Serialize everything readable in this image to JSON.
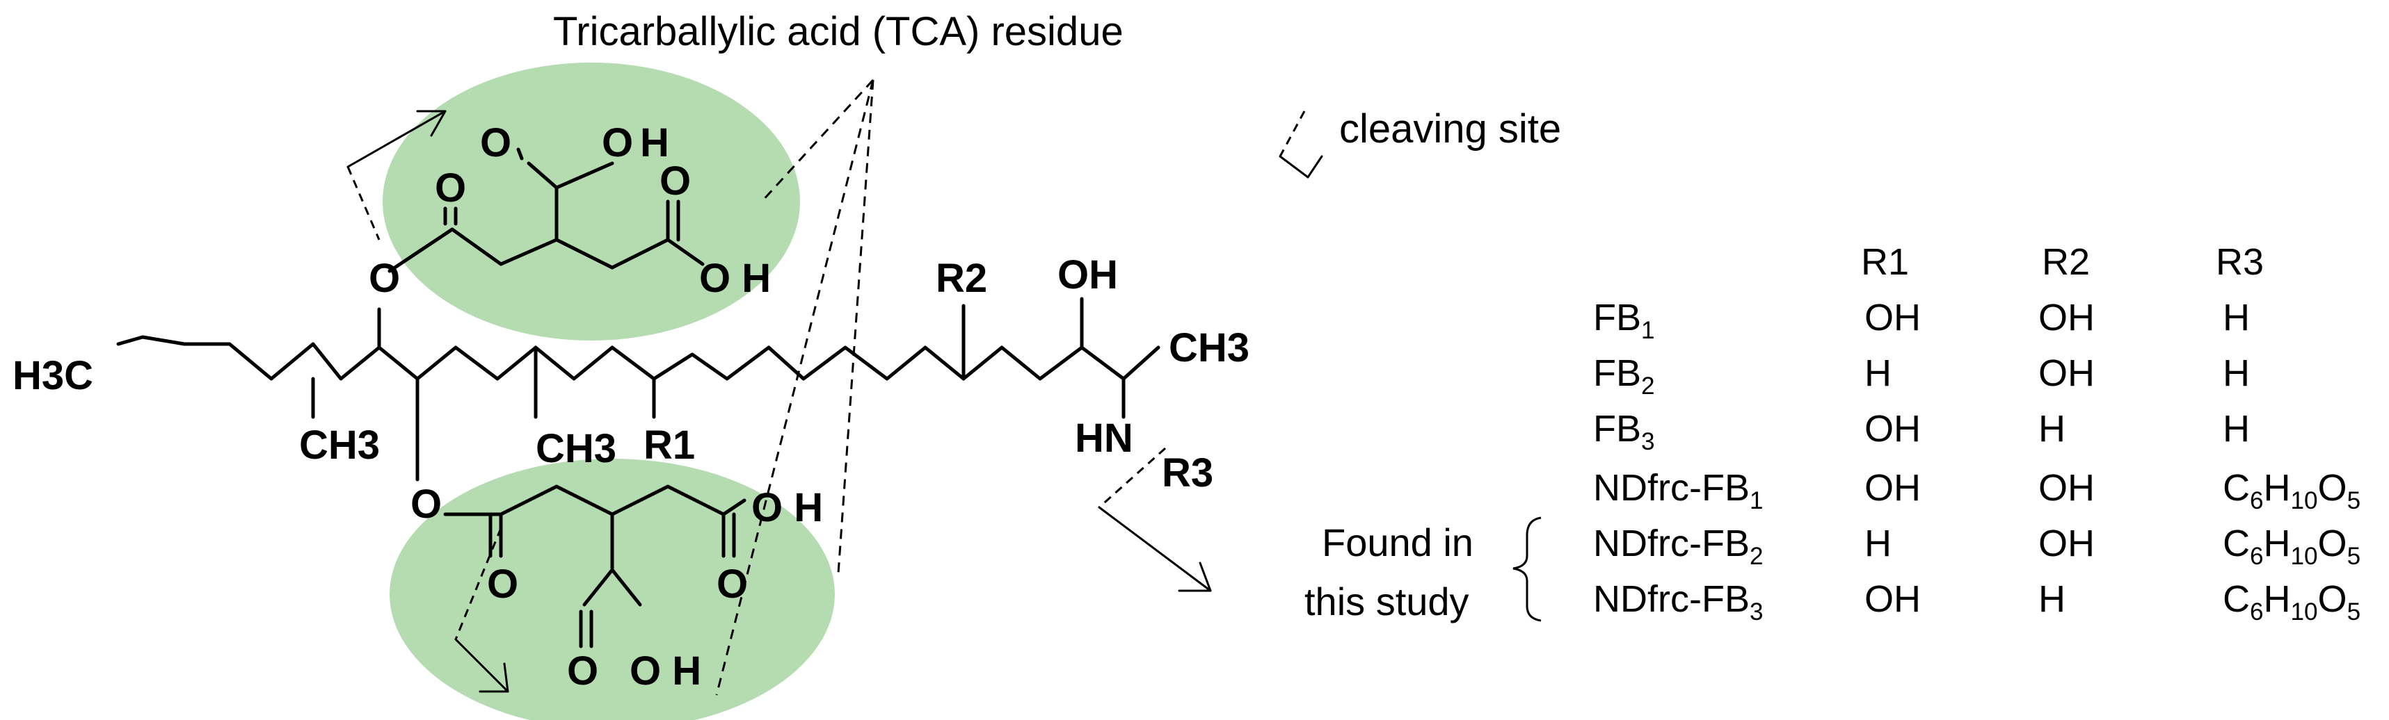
{
  "annotations": {
    "tca_residue": "Tricarballylic acid (TCA) residue",
    "cleaving_site": "cleaving site"
  },
  "structure_labels": {
    "h3c_left": "H3C",
    "ch3_right": "CH3",
    "ch3_branch_1": "CH3",
    "ch3_branch_2": "CH3",
    "r1": "R1",
    "r2": "R2",
    "r3": "R3",
    "oh_chain": "OH",
    "hn": "HN",
    "o_ester_top": "O",
    "o_ester_bottom": "O",
    "top_tca": {
      "carbonyl_o_left": "O",
      "carbonyl_o_top": "O",
      "oh_top": "H",
      "carbonyl_o_right": "O",
      "oh_right": "O H"
    },
    "bottom_tca": {
      "carbonyl_o_left": "O",
      "carbonyl_o_right": "O",
      "oh_right": "O H",
      "carbonyl_o_bottom": "O",
      "oh_bottom": "O H"
    }
  },
  "table": {
    "headers": [
      "R1",
      "R2",
      "R3"
    ],
    "rows": [
      {
        "name": "FB",
        "sub": "1",
        "suffix": "",
        "r1": "OH",
        "r2": "OH",
        "r3": "H"
      },
      {
        "name": "FB",
        "sub": "2",
        "suffix": "",
        "r1": "H",
        "r2": "OH",
        "r3": "H"
      },
      {
        "name": "FB",
        "sub": "3",
        "suffix": "",
        "r1": "OH",
        "r2": "H",
        "r3": "H"
      },
      {
        "name": "NDfrc-FB",
        "sub": "1",
        "suffix": "",
        "r1": "OH",
        "r2": "OH",
        "r3": "C6H10O5"
      },
      {
        "name": "NDfrc-FB",
        "sub": "2",
        "suffix": "",
        "r1": "H",
        "r2": "OH",
        "r3": "C6H10O5"
      },
      {
        "name": "NDfrc-FB",
        "sub": "3",
        "suffix": "",
        "r1": "OH",
        "r2": "H",
        "r3": "C6H10O5"
      }
    ],
    "found_label_line1": "Found in",
    "found_label_line2": "this study"
  }
}
